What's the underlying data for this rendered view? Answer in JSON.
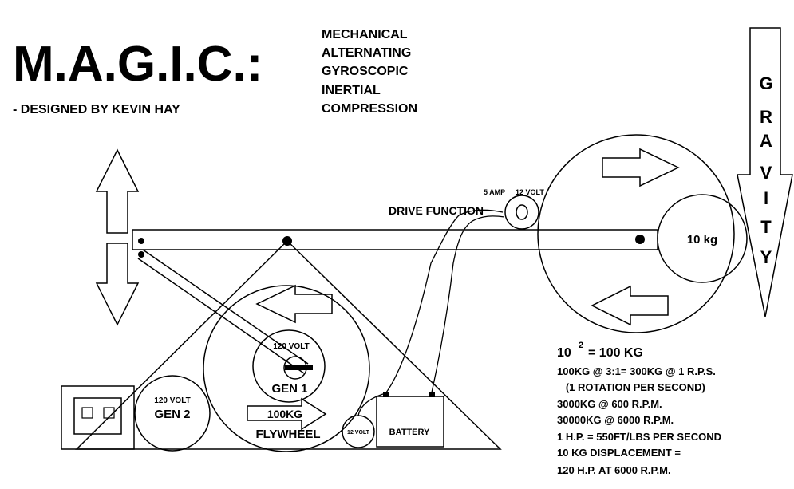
{
  "title": "M.A.G.I.C.:",
  "designer": "- DESIGNED BY KEVIN HAY",
  "acronym": [
    "MECHANICAL",
    "ALTERNATING",
    "GYROSCOPIC",
    "INERTIAL",
    "COMPRESSION"
  ],
  "gravity_letters": [
    "G",
    "R",
    "A",
    "V",
    "I",
    "T",
    "Y"
  ],
  "labels": {
    "drive_function": "DRIVE FUNCTION",
    "drive_spec_amp": "5 AMP",
    "drive_spec_volt": "12 VOLT",
    "weight": "10 kg",
    "gen1_volt": "120 VOLT",
    "gen1": "GEN 1",
    "gen2_volt": "120 VOLT",
    "gen2": "GEN 2",
    "flywheel_mass": "100KG",
    "flywheel": "FLYWHEEL",
    "battery": "BATTERY",
    "small_motor": "12 VOLT"
  },
  "formula": {
    "base": "10",
    "exponent": "2",
    "result": "= 100 KG",
    "lines": [
      "100KG @ 3:1= 300KG @ 1 R.P.S.",
      "   (1 ROTATION PER SECOND)",
      "3000KG @ 600 R.P.M.",
      "30000KG @ 6000 R.P.M.",
      "1 H.P. = 550FT/LBS PER SECOND",
      "10 KG DISPLACEMENT =",
      "120 H.P. AT 6000 R.P.M."
    ]
  }
}
